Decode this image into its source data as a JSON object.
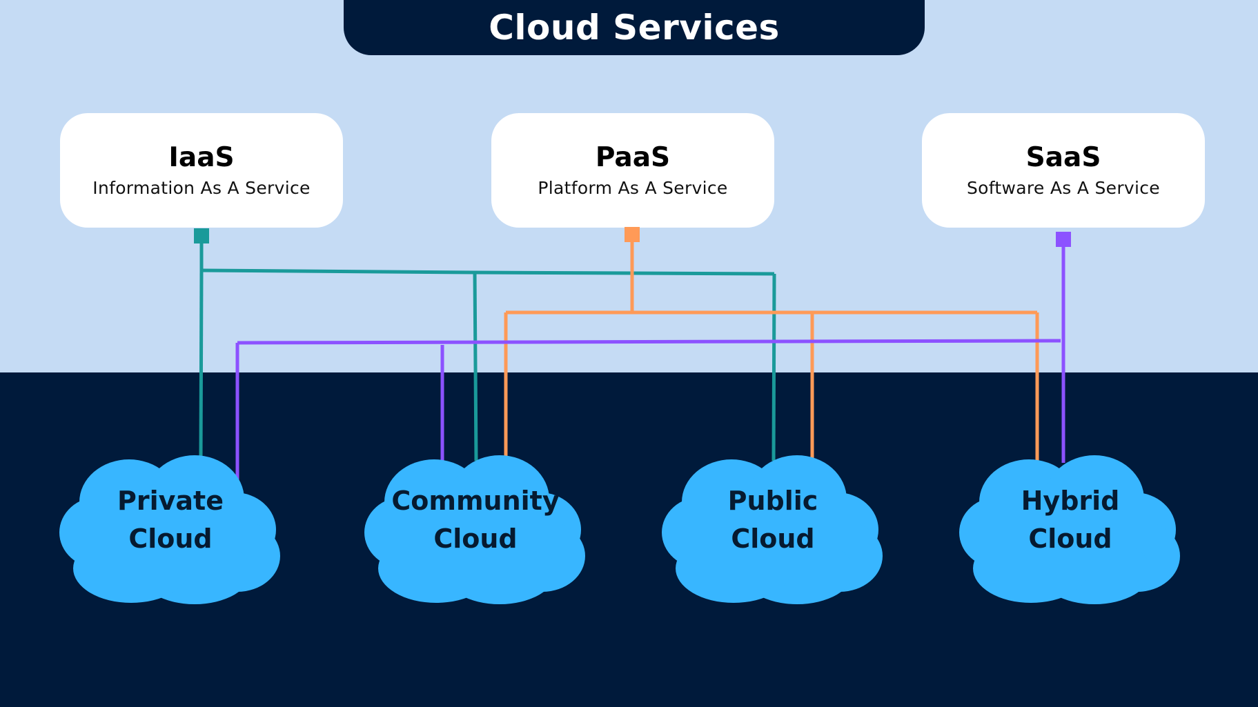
{
  "title": "Cloud Services",
  "colors": {
    "background_top": "#c5dbf4",
    "background_bottom": "#001a3b",
    "iaas_line": "#1a9a9a",
    "paas_line": "#ff9a57",
    "saas_line": "#8c52ff",
    "cloud_fill": "#38b6ff"
  },
  "services": [
    {
      "acronym": "IaaS",
      "name": "Information As A Service",
      "color": "#1a9a9a"
    },
    {
      "acronym": "PaaS",
      "name": "Platform As A Service",
      "color": "#ff9a57"
    },
    {
      "acronym": "SaaS",
      "name": "Software As A Service",
      "color": "#8c52ff"
    }
  ],
  "clouds": [
    {
      "line1": "Private",
      "line2": "Cloud"
    },
    {
      "line1": "Community",
      "line2": "Cloud"
    },
    {
      "line1": "Public",
      "line2": "Cloud"
    },
    {
      "line1": "Hybrid",
      "line2": "Cloud"
    }
  ]
}
